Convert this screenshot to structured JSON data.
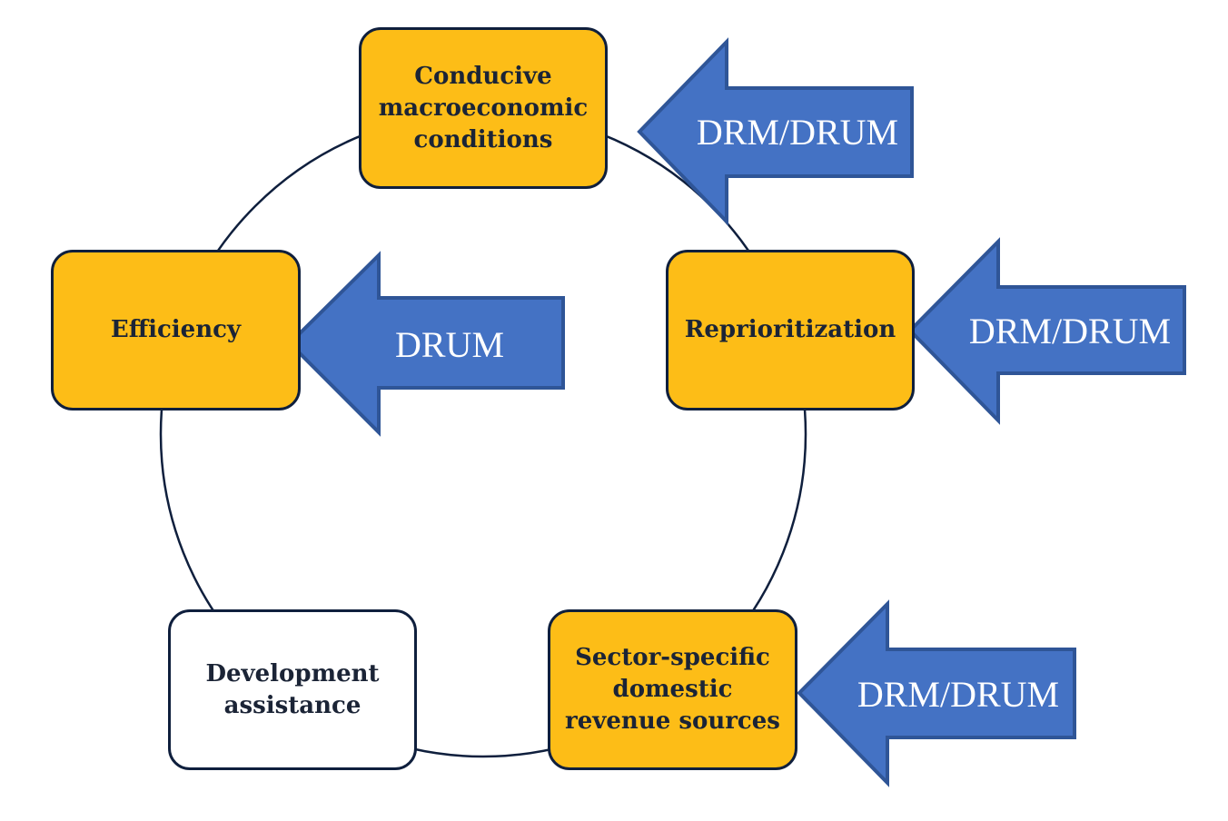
{
  "nodes": {
    "macro": {
      "text": "Conducive\nmacroeconomic\nconditions",
      "fill": "#fdbd17"
    },
    "efficiency": {
      "text": "Efficiency",
      "fill": "#fdbd17"
    },
    "reprioritization": {
      "text": "Reprioritization",
      "fill": "#fdbd17"
    },
    "development": {
      "text": "Development\nassistance",
      "fill": "#ffffff"
    },
    "sector": {
      "text": "Sector-specific\ndomestic\nrevenue sources",
      "fill": "#fdbd17"
    }
  },
  "arrows": {
    "macro": {
      "label": "DRM/DRUM"
    },
    "efficiency": {
      "label": "DRUM"
    },
    "reprioritization": {
      "label": "DRM/DRUM"
    },
    "sector": {
      "label": "DRM/DRUM"
    }
  },
  "colors": {
    "box_fill": "#fdbd17",
    "box_border": "#0f1f3d",
    "arrow_fill": "#4472c4",
    "arrow_border": "#2f5597",
    "cycle_line": "#0f1f3d",
    "text": "#1b2436"
  }
}
